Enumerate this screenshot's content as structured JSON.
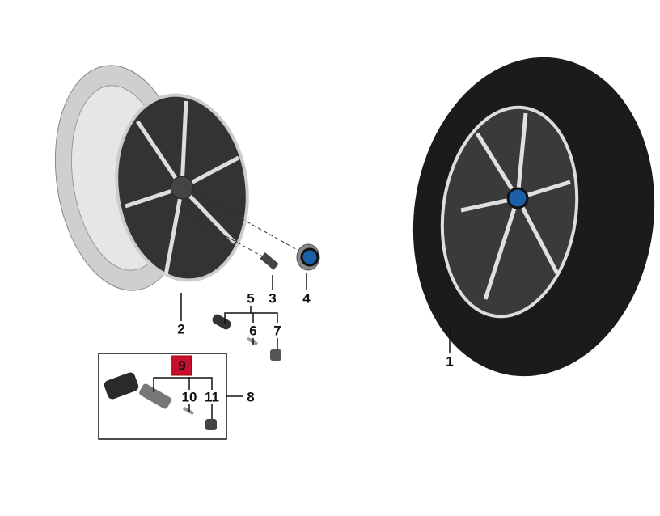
{
  "diagram": {
    "labels": {
      "p1": "1",
      "p2": "2",
      "p3": "3",
      "p4": "4",
      "p5": "5",
      "p6": "6",
      "p7": "7",
      "p8": "8",
      "p9": "9",
      "p10": "10",
      "p11": "11"
    },
    "highlight_color": "#c8102e"
  }
}
